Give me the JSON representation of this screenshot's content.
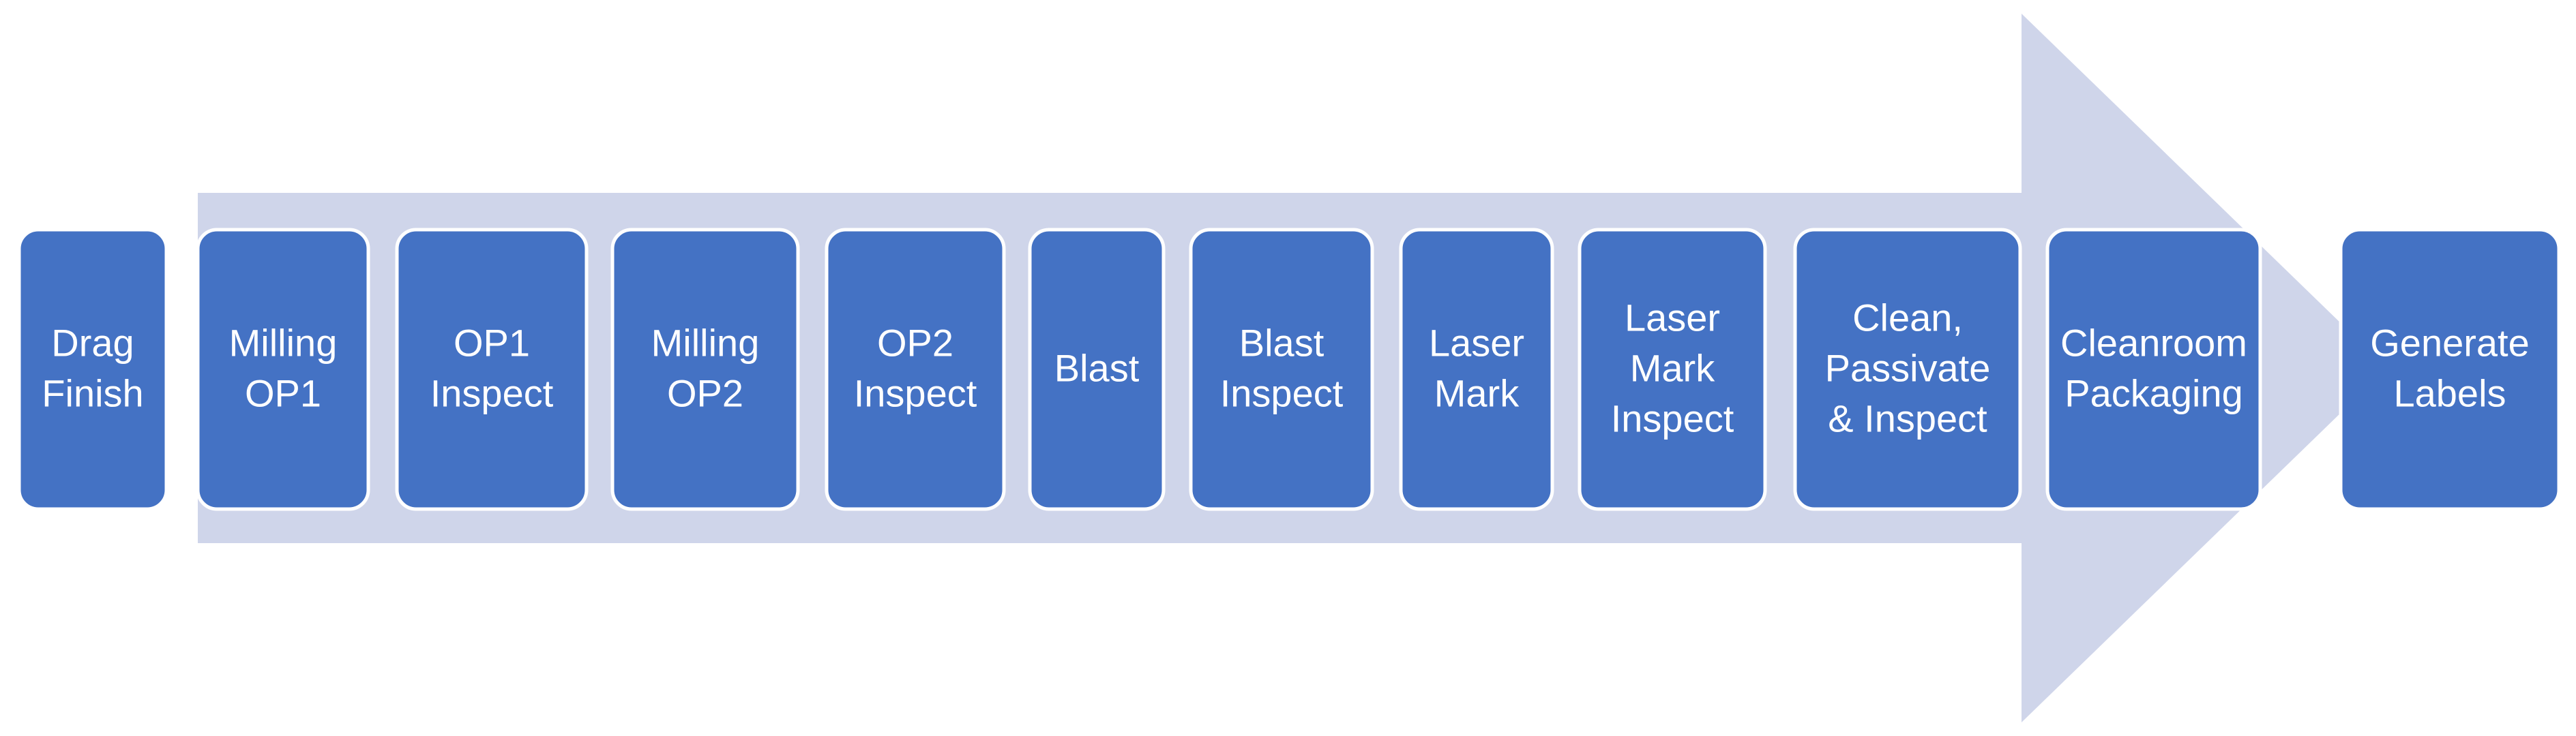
{
  "diagram": {
    "arrow_color": "#cfd5ea",
    "box_color": "#4472c4",
    "text_color": "#ffffff",
    "steps": [
      {
        "lines": [
          "Drag",
          "Finish"
        ]
      },
      {
        "lines": [
          "Milling",
          "OP1"
        ]
      },
      {
        "lines": [
          "OP1",
          "Inspect"
        ]
      },
      {
        "lines": [
          "Milling",
          "OP2"
        ]
      },
      {
        "lines": [
          "OP2",
          "Inspect"
        ]
      },
      {
        "lines": [
          "Blast"
        ]
      },
      {
        "lines": [
          "Blast",
          "Inspect"
        ]
      },
      {
        "lines": [
          "Laser",
          "Mark"
        ]
      },
      {
        "lines": [
          "Laser",
          "Mark",
          "Inspect"
        ]
      },
      {
        "lines": [
          "Clean,",
          "Passivate",
          "& Inspect"
        ]
      },
      {
        "lines": [
          "Cleanroom",
          "Packaging"
        ]
      },
      {
        "lines": [
          "Generate",
          "Labels"
        ]
      }
    ]
  }
}
